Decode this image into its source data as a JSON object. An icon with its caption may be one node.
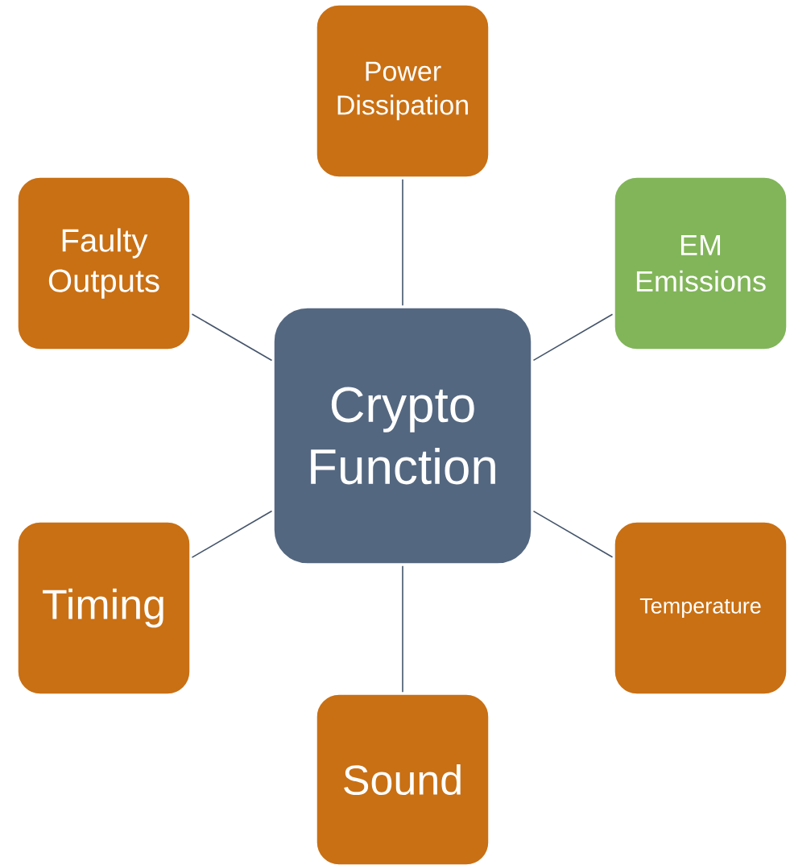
{
  "diagram": {
    "nodes": [
      {
        "text": [
          "Power Dissipation"
        ]
      },
      {
        "text": [
          "Faulty Outputs"
        ]
      },
      {
        "text": [
          "EM Emissions"
        ]
      },
      {
        "text": [
          "Crypto Function"
        ]
      },
      {
        "text": [
          "Timing"
        ]
      },
      {
        "text": [
          "Temperature"
        ]
      },
      {
        "text": [
          "Sound"
        ]
      }
    ],
    "edges": [
      {
        "from": 3,
        "to": 0,
        "arrow": "none"
      },
      {
        "from": 3,
        "to": 1,
        "arrow": "none"
      },
      {
        "from": 3,
        "to": 2,
        "arrow": "none"
      },
      {
        "from": 3,
        "to": 4,
        "arrow": "none"
      },
      {
        "from": 3,
        "to": 5,
        "arrow": "none"
      },
      {
        "from": 3,
        "to": 6,
        "arrow": "none"
      }
    ]
  }
}
